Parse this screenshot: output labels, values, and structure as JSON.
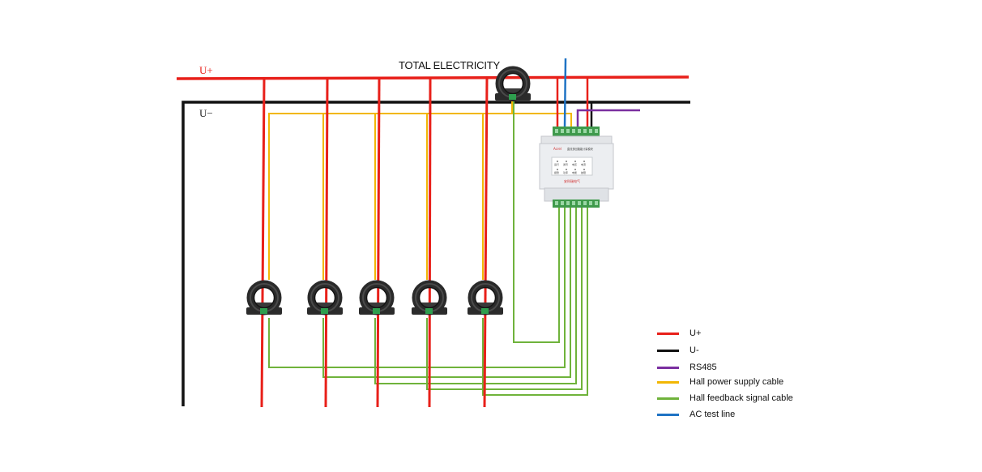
{
  "bus": {
    "plus_label": "U+",
    "minus_label": "U−"
  },
  "total_label": "TOTAL ELECTRICITY",
  "legend": [
    {
      "label": "U+",
      "color": "#e8201a"
    },
    {
      "label": "U-",
      "color": "#111111"
    },
    {
      "label": "RS485",
      "color": "#7a2fa0"
    },
    {
      "label": "Hall power supply cable",
      "color": "#f2b705"
    },
    {
      "label": "Hall feedback signal cable",
      "color": "#6fb33b"
    },
    {
      "label": "AC test line",
      "color": "#1f73c4"
    }
  ],
  "module": {
    "brand": "Acrel",
    "title": "直流多回路能计量模块",
    "indicators": [
      "运行",
      "通讯",
      "电压",
      "电流",
      "报警",
      "功率",
      "电能",
      "故障"
    ],
    "company": "安科瑞电气"
  },
  "colors": {
    "red": "#e8201a",
    "black": "#111111",
    "yellow": "#f2b705",
    "green": "#6fb33b",
    "blue": "#1f73c4",
    "purple": "#7a2fa0"
  },
  "icons": [
    "hall-sensor-icon",
    "metering-module-icon"
  ]
}
